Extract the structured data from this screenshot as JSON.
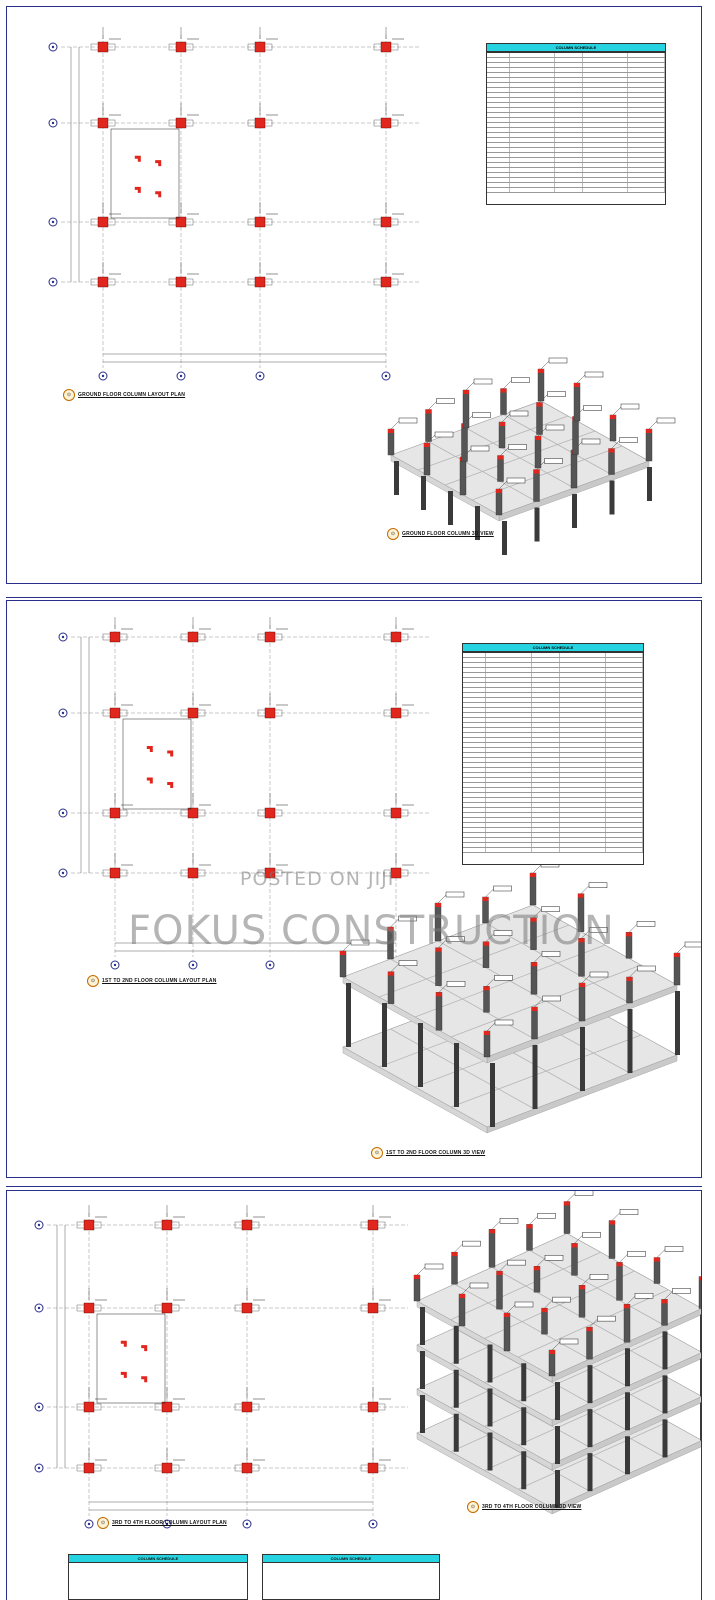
{
  "colors": {
    "column": "#e0261d",
    "grid_bubble": "#2a2f8a",
    "schedule_header": "#26d3e0",
    "sheet_border": "#2a2f8a",
    "title_tag": "#c46a00"
  },
  "sheets": [
    {
      "plan_title": "GROUND FLOOR COLUMN LAYOUT PLAN",
      "view3d_title": "GROUND FLOOR COLUMN 3D VIEW",
      "schedule_title": "COLUMN SCHEDULE"
    },
    {
      "plan_title": "1ST TO 2ND FLOOR COLUMN LAYOUT PLAN",
      "view3d_title": "1ST TO 2ND FLOOR COLUMN 3D VIEW",
      "schedule_title": "COLUMN SCHEDULE"
    },
    {
      "plan_title": "3RD TO 4TH FLOOR COLUMN LAYOUT PLAN",
      "view3d_title": "3RD TO 4TH FLOOR COLUMN 3D VIEW",
      "schedule_title": "COLUMN SCHEDULE"
    }
  ],
  "watermark": {
    "posted": "POSTED ON JIJI",
    "brand": "FOKUS CONSTRUCTION"
  },
  "icons": {
    "grid_bubble": "grid-bubble-icon",
    "column_marker": "column-marker-icon",
    "view_tag": "view-tag-icon"
  }
}
